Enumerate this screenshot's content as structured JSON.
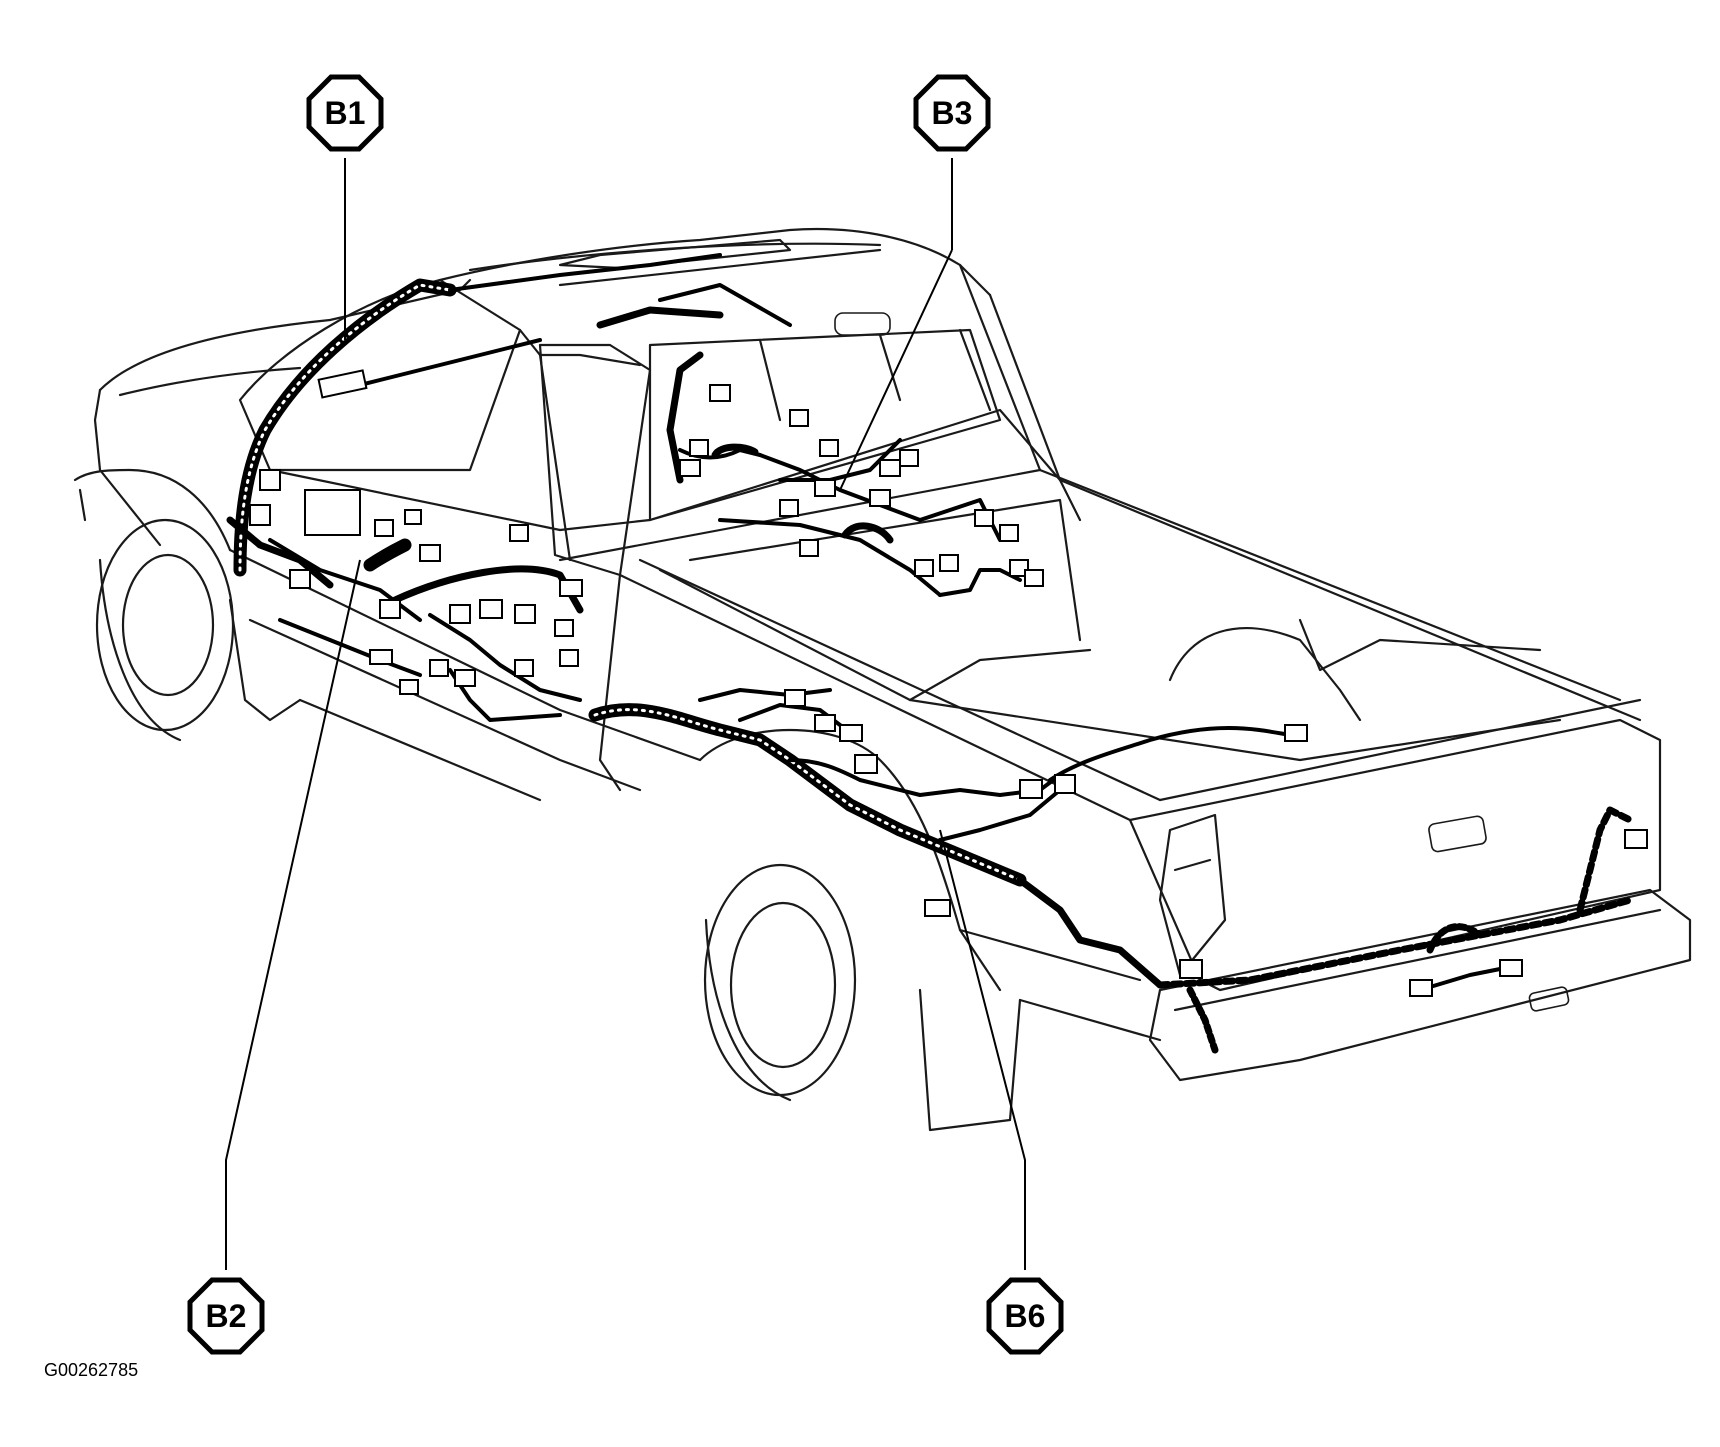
{
  "labels": {
    "b1": "B1",
    "b2": "B2",
    "b3": "B3",
    "b6": "B6"
  },
  "figure_id": "G00262785"
}
